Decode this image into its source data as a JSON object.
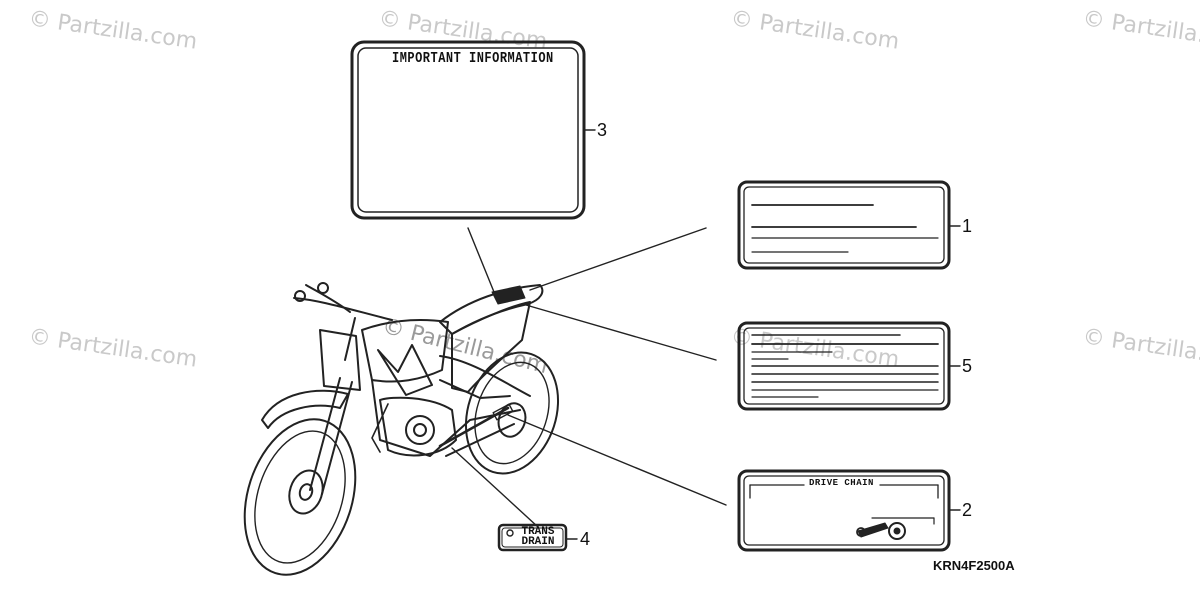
{
  "watermark": "© Partzilla.com",
  "watermark_center": "© Partzilla.com",
  "labels": {
    "important_info_title": "IMPORTANT INFORMATION",
    "drive_chain_title": "DRIVE CHAIN",
    "trans_drain_line1": "TRANS",
    "trans_drain_line2": "DRAIN"
  },
  "callouts": {
    "c1": "1",
    "c2": "2",
    "c3": "3",
    "c4": "4",
    "c5": "5"
  },
  "diagram_code": "KRN4F2500A"
}
